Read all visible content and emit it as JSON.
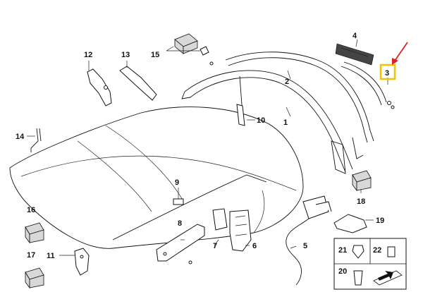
{
  "diagram": {
    "callouts": {
      "c1": "1",
      "c2": "2",
      "c3": "3",
      "c4": "4",
      "c5": "5",
      "c6": "6",
      "c7": "7",
      "c8": "8",
      "c9": "9",
      "c10": "10",
      "c11": "11",
      "c12": "12",
      "c13": "13",
      "c14": "14",
      "c15": "15",
      "c16": "16",
      "c17": "17",
      "c18": "18",
      "c19": "19",
      "c20": "20",
      "c21": "21",
      "c22": "22"
    },
    "highlight": {
      "callout": "3",
      "box_color": "#f2c300",
      "arrow_color": "#e02020"
    }
  }
}
